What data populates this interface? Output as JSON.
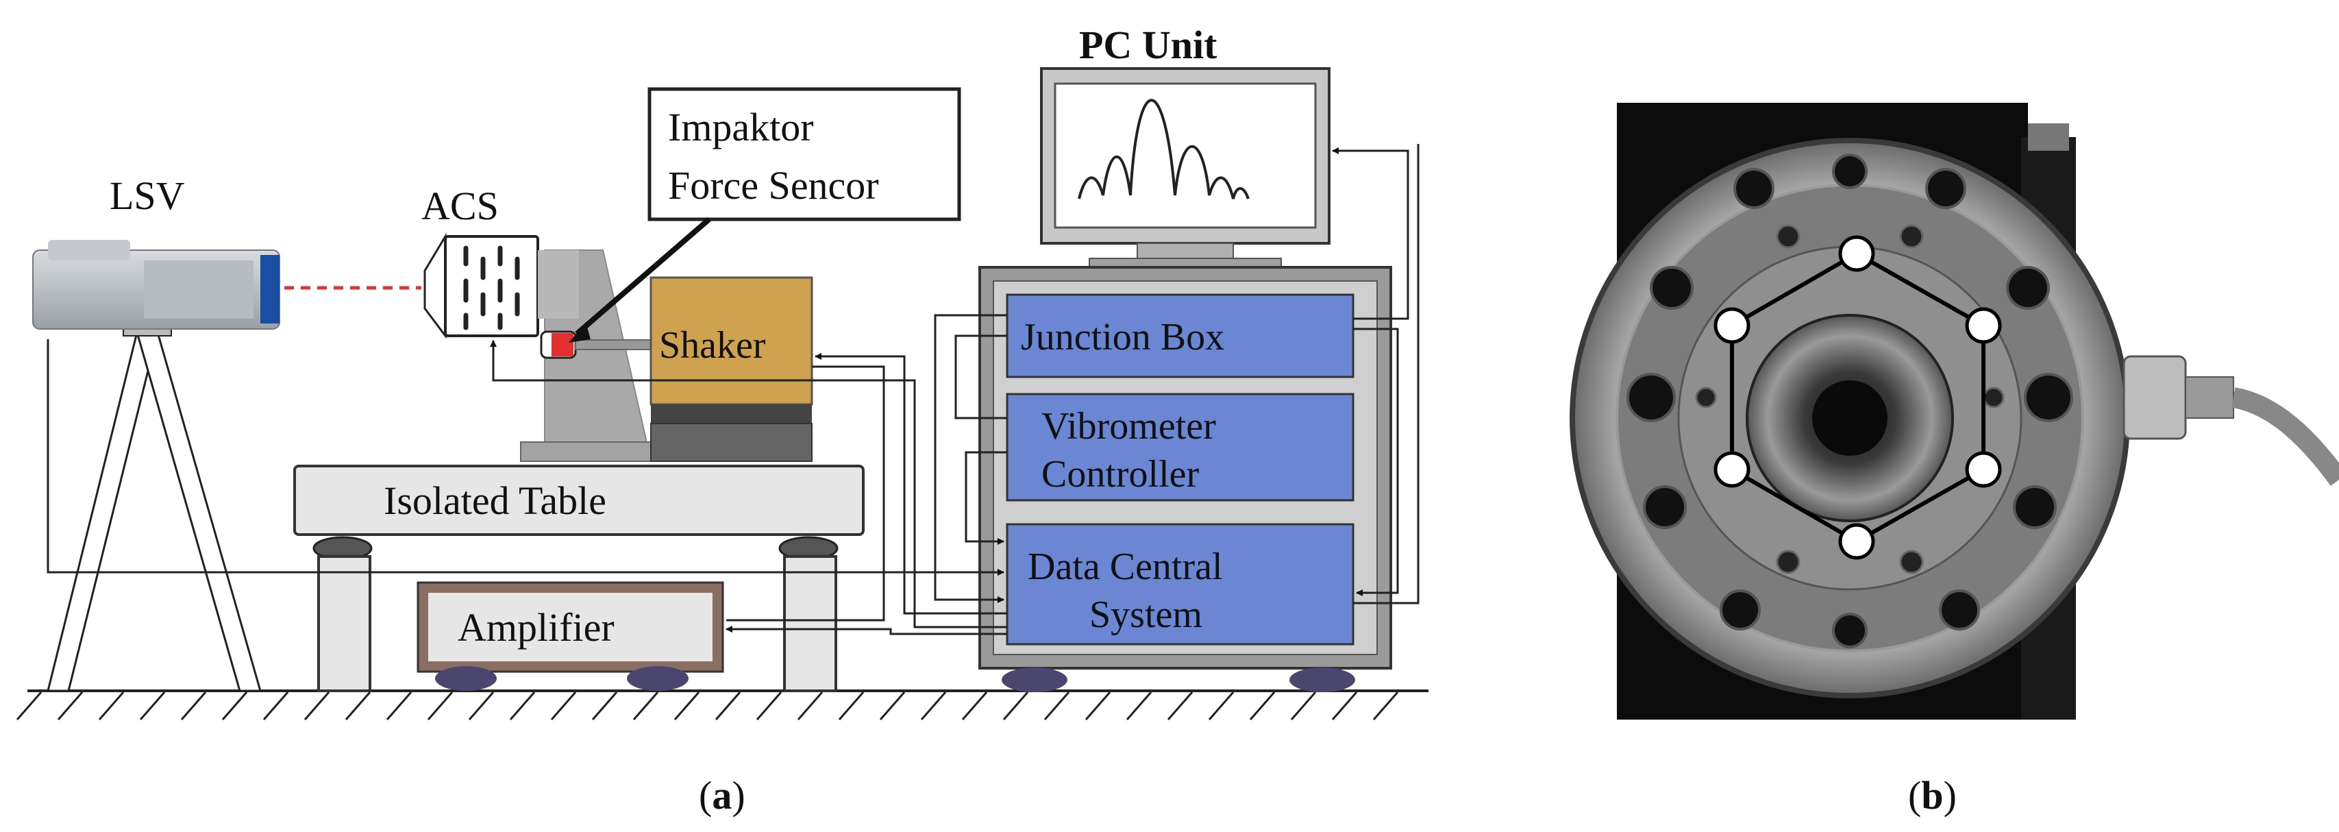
{
  "panel_a": {
    "labels": {
      "lsv": "LSV",
      "acs": "ACS",
      "impaktor_line1": "Impaktor",
      "impaktor_line2": "Force Sencor",
      "pc_unit": "PC Unit",
      "shaker": "Shaker",
      "isolated_table": "Isolated Table",
      "amplifier": "Amplifier",
      "junction_box": "Junction Box",
      "vibrometer_line1": "Vibrometer",
      "vibrometer_line2": "Controller",
      "dcs_line1": "Data Central",
      "dcs_line2": "System"
    },
    "caption": {
      "open": "(",
      "letter": "a",
      "close": ")"
    }
  },
  "panel_b": {
    "caption": {
      "open": "(",
      "letter": "b",
      "close": ")"
    },
    "measurement_points": 6
  },
  "colors": {
    "module_blue": "#6b86d3",
    "shaker_gold": "#cfa24f",
    "laser_red": "#e53030",
    "table_gray": "#e6e6e6",
    "cabinet_gray": "#9a9a9a",
    "foot_purple": "#4a4670"
  }
}
